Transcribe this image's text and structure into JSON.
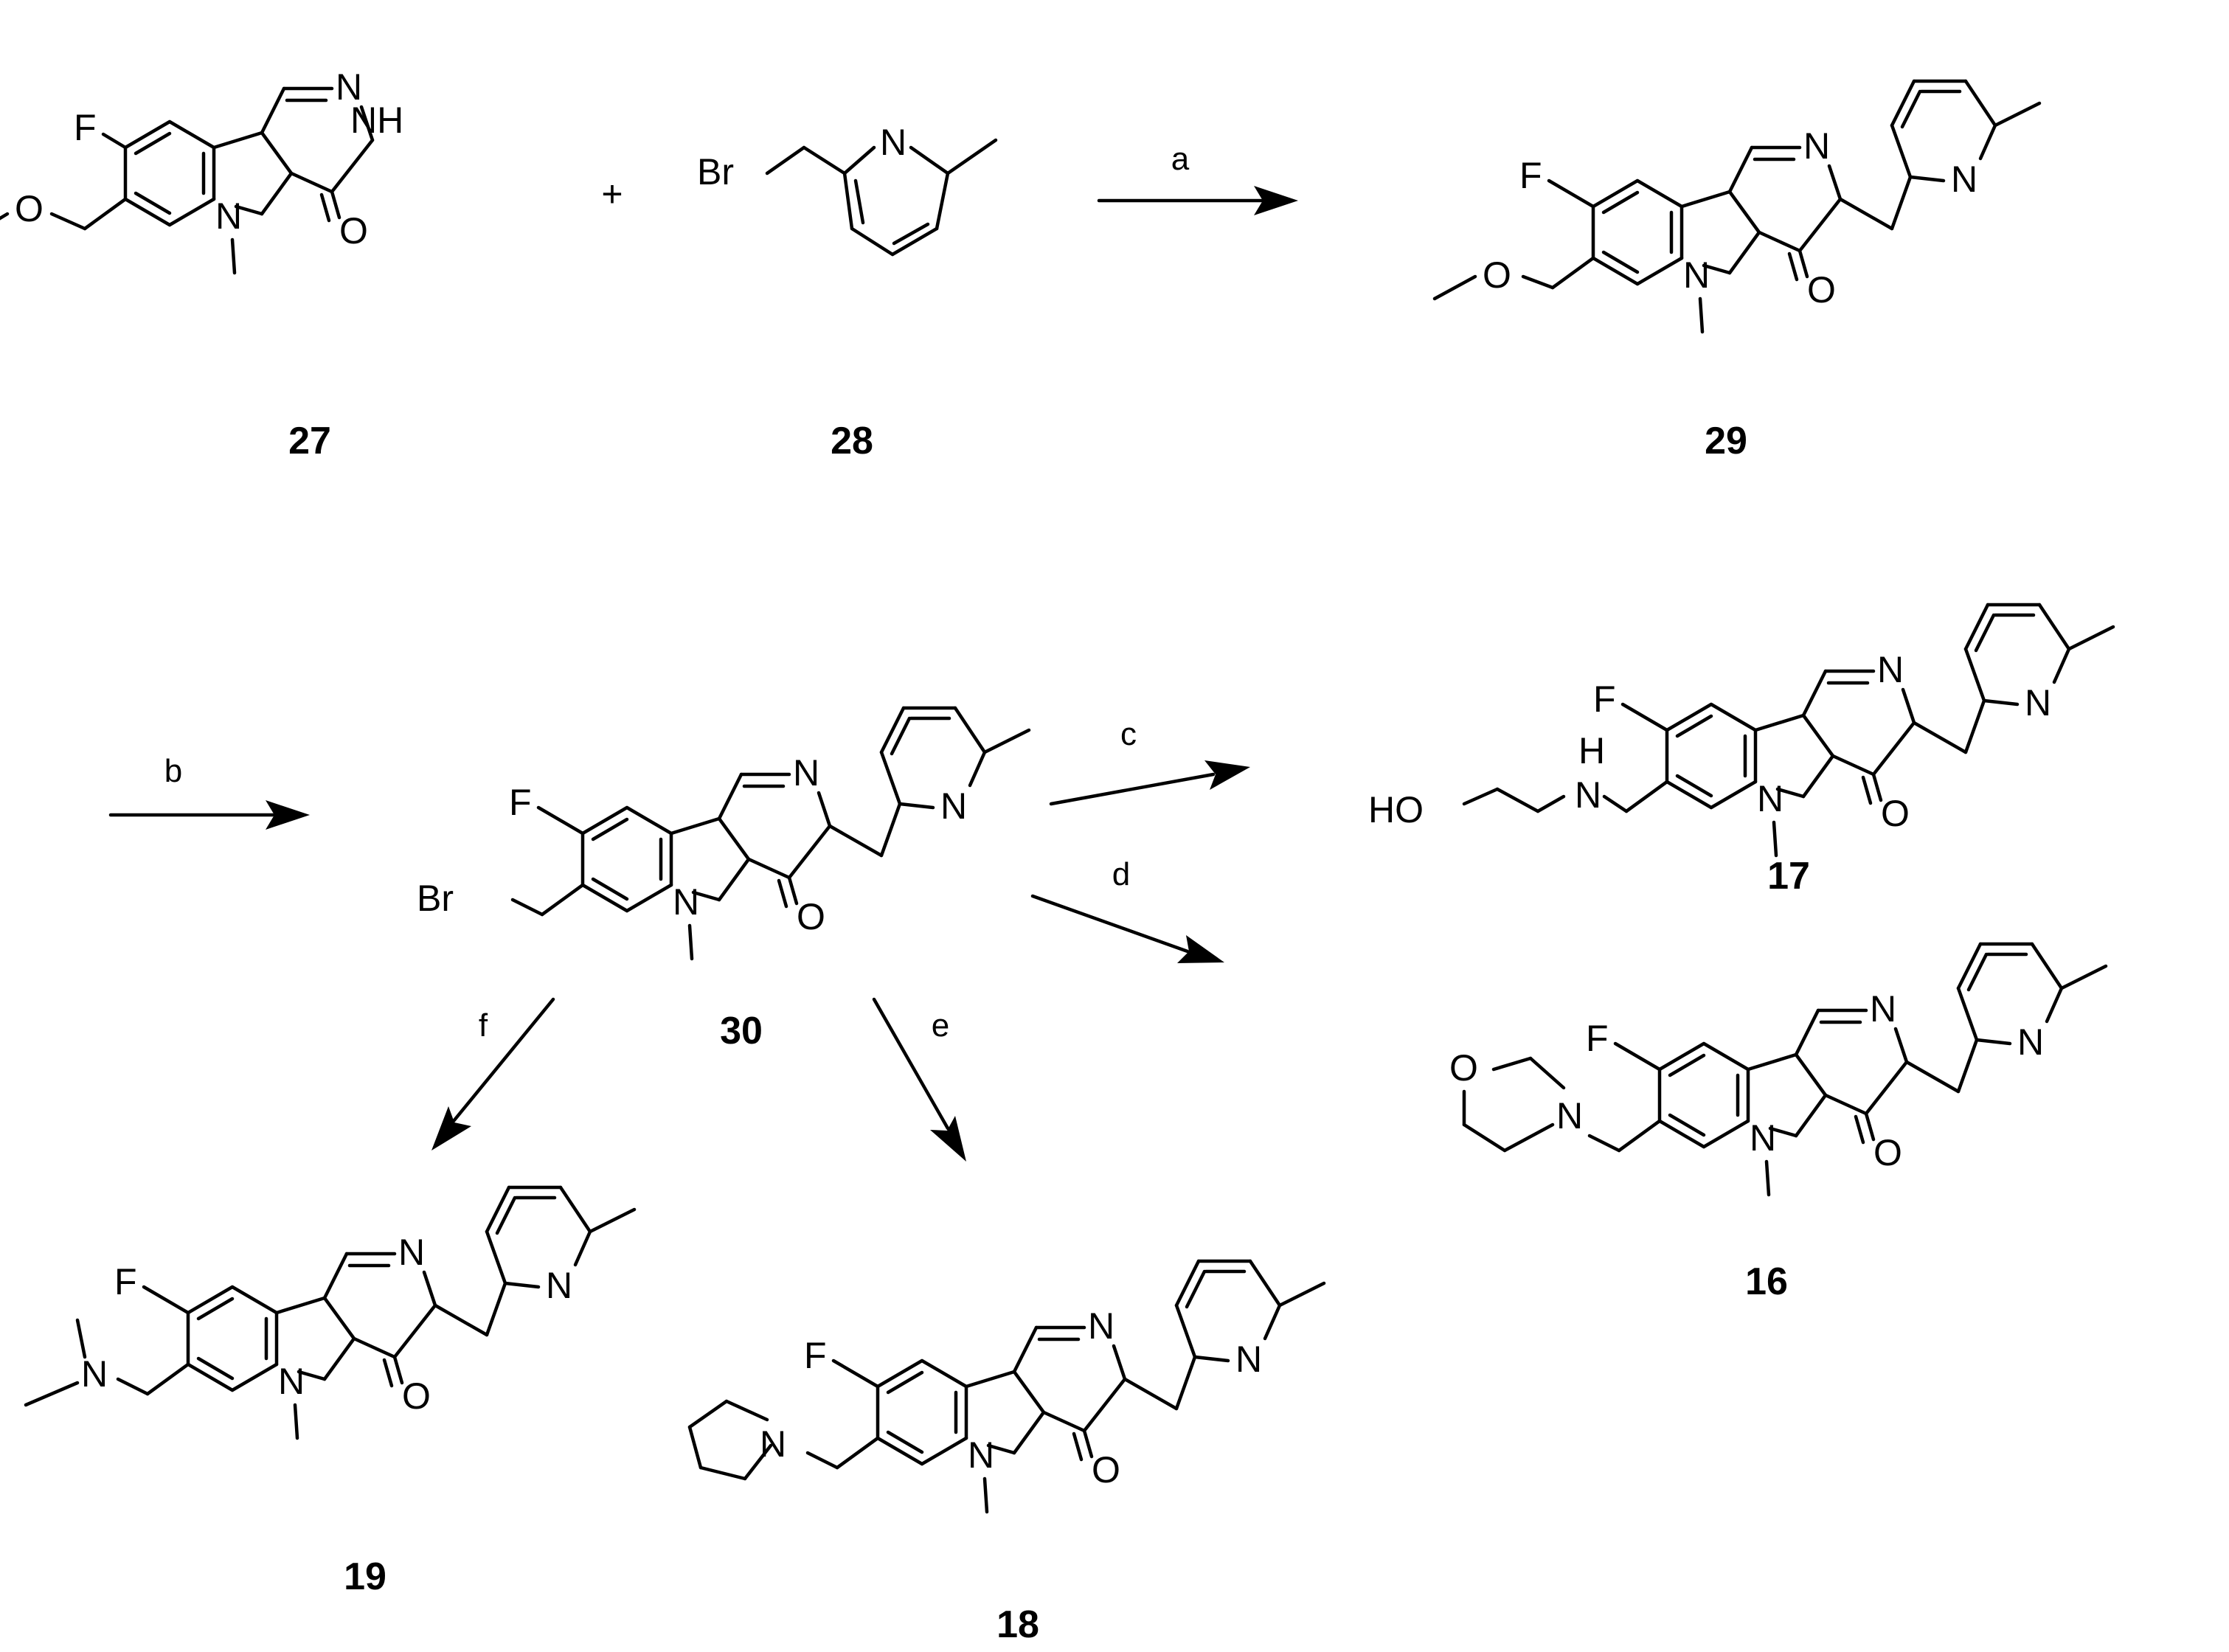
{
  "scheme": {
    "plus_sign": "+",
    "atom_labels": {
      "F": "F",
      "N": "N",
      "NH": "NH",
      "O": "O",
      "Br": "Br",
      "H": "H",
      "HO": "HO"
    },
    "conditions": [
      "a",
      "b",
      "c",
      "d",
      "e",
      "f"
    ],
    "compounds": [
      "27",
      "28",
      "29",
      "30",
      "17",
      "16",
      "19",
      "18"
    ]
  }
}
